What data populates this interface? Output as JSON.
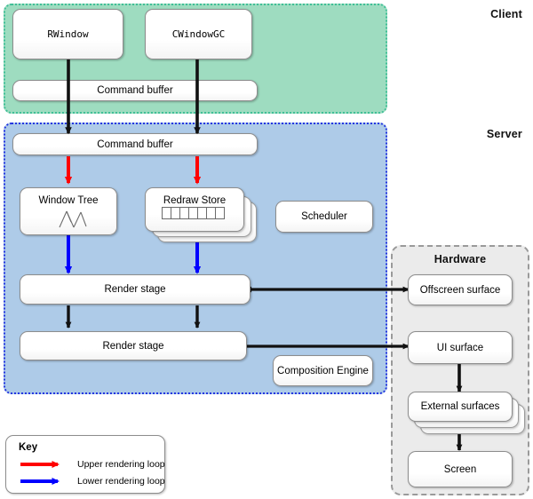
{
  "regions": {
    "client": {
      "title": "Client",
      "bg": "#9edcc0",
      "border": "#3fbf96"
    },
    "server": {
      "title": "Server",
      "bg": "#aecbe8",
      "border": "#2436e0"
    },
    "hardware": {
      "title": "Hardware",
      "bg": "#ebebeb",
      "border": "#9a9a9a"
    }
  },
  "client": {
    "rwindow": "RWindow",
    "cwindowgc": "CWindowGC",
    "command_buffer": "Command buffer"
  },
  "server": {
    "command_buffer": "Command buffer",
    "window_tree": "Window Tree",
    "redraw_store": "Redraw Store",
    "scheduler": "Scheduler",
    "render_stage_upper": "Render stage",
    "render_stage_lower": "Render stage",
    "composition_engine": "Composition Engine"
  },
  "hardware": {
    "offscreen_surface": "Offscreen surface",
    "ui_surface": "UI surface",
    "external_surfaces": "External surfaces",
    "screen": "Screen"
  },
  "key": {
    "title": "Key",
    "items": [
      {
        "label": "Upper rendering loop",
        "color": "#ff0000"
      },
      {
        "label": "Lower rendering loop",
        "color": "#0000ff"
      }
    ]
  },
  "colors": {
    "upper_loop": "#ff0000",
    "lower_loop": "#0000ff",
    "flow_arrow": "#111111"
  }
}
